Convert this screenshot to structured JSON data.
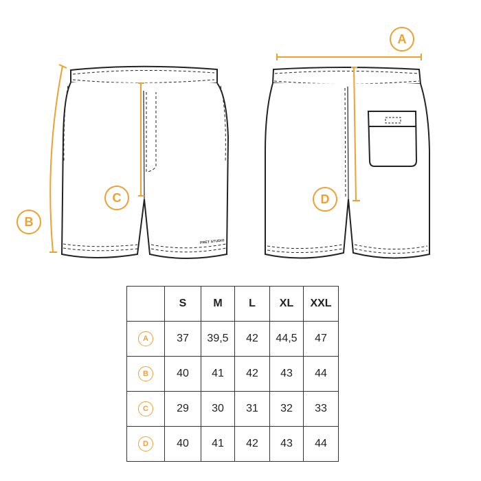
{
  "colors": {
    "accent": "#f0a030",
    "line": "#222222"
  },
  "figures": {
    "front": {
      "brand_label": "PRET STUDIO",
      "markers": [
        "B",
        "C"
      ]
    },
    "back": {
      "markers": [
        "A",
        "D"
      ]
    }
  },
  "markers": {
    "A": "A",
    "B": "B",
    "C": "C",
    "D": "D"
  },
  "table": {
    "headers": [
      "",
      "S",
      "M",
      "L",
      "XL",
      "XXL"
    ],
    "rows": [
      {
        "label": "A",
        "values": [
          "37",
          "39,5",
          "42",
          "44,5",
          "47"
        ]
      },
      {
        "label": "B",
        "values": [
          "40",
          "41",
          "42",
          "43",
          "44"
        ]
      },
      {
        "label": "C",
        "values": [
          "29",
          "30",
          "31",
          "32",
          "33"
        ]
      },
      {
        "label": "D",
        "values": [
          "40",
          "41",
          "42",
          "43",
          "44"
        ]
      }
    ]
  }
}
